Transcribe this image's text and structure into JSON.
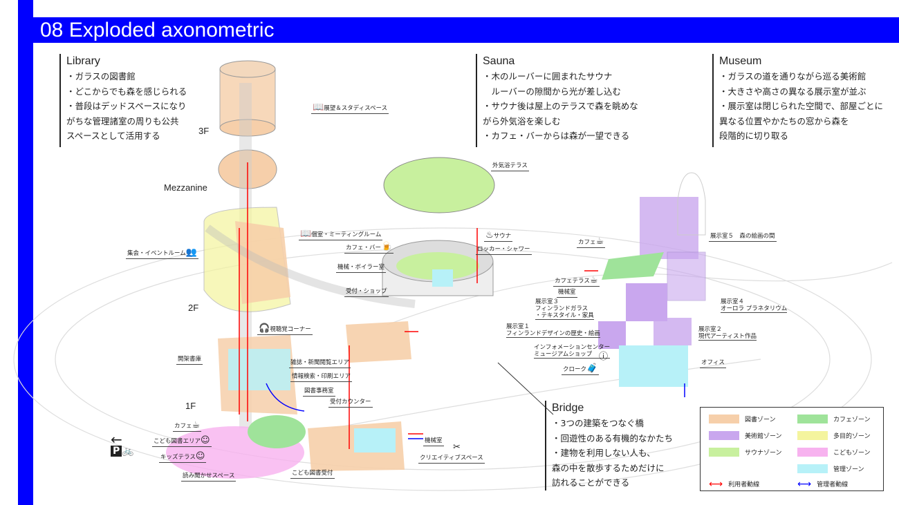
{
  "title": "08 Exploded axonometric",
  "library": {
    "heading": "Library",
    "lines": [
      "・ガラスの図書館",
      "・どこからでも森を感じられる",
      "・普段はデッドスペースになり",
      "がちな管理諸室の周りも公共",
      "スペースとして活用する"
    ]
  },
  "sauna": {
    "heading": "Sauna",
    "lines": [
      "・木のルーバーに囲まれたサウナ",
      "　ルーバーの隙間から光が差し込む",
      "・サウナ後は屋上のテラスで森を眺めな",
      "がら外気浴を楽しむ",
      "・カフェ・バーからは森が一望できる"
    ]
  },
  "museum": {
    "heading": "Museum",
    "lines": [
      "・ガラスの道を通りながら巡る美術館",
      "・大きさや高さの異なる展示室が並ぶ",
      "・展示室は閉じられた空間で、部屋ごとに",
      "異なる位置やかたちの窓から森を",
      "段階的に切り取る"
    ]
  },
  "bridge": {
    "heading": "Bridge",
    "lines": [
      "・3つの建築をつなぐ橋",
      "・回遊性のある有機的なかたち",
      "・建物を利用しない人も、",
      "森の中を散歩するためだけに",
      "訪れることができる"
    ]
  },
  "floors": {
    "f3": "3F",
    "mezz": "Mezzanine",
    "f2": "2F",
    "f1": "1F"
  },
  "labels": {
    "observation": "展望＆スタディスペース",
    "private_room": "個室・ミーティングルーム",
    "event_room": "集会・イベントルーム",
    "av_corner": "視聴覚コーナー",
    "open_stacks": "開架書庫",
    "magazine": "雑誌・新聞閲覧エリア",
    "search_print": "情報検索・印刷エリア",
    "library_office": "図書事務室",
    "reception_counter": "受付カウンター",
    "cafe_1f": "カフェ",
    "kids_area": "こども図書エリア",
    "kids_terrace": "キッズテラス",
    "storytelling": "読み聞かせスペース",
    "kids_reception": "こども図書受付",
    "machine_1f": "機械室",
    "creative": "クリエイティブスペース",
    "outdoor_terrace": "外気浴テラス",
    "sauna": "サウナ",
    "cafe_bar": "カフェ・バー",
    "locker": "ロッカー・シャワー",
    "boiler": "機械・ボイラー室",
    "reception_shop": "受付・ショップ",
    "museum_cafe": "カフェ",
    "cafe_terrace": "カフェテラス",
    "museum_machine": "機械室",
    "exhibit3": "展示室３",
    "exhibit3_sub1": "フィンランドガラス",
    "exhibit3_sub2": "・テキスタイル・家具",
    "exhibit1": "展示室１",
    "exhibit1_sub": "フィンランドデザインの歴史・絵画",
    "info_center": "インフォメーションセンター",
    "museum_shop": "ミュージアムショップ",
    "cloak": "クローク",
    "exhibit5": "展示室５　森の絵画の間",
    "exhibit4": "展示室４",
    "exhibit4_sub": "オーロラ プラネタリウム",
    "exhibit2": "展示室２",
    "exhibit2_sub": "現代アーティスト作品",
    "office": "オフィス"
  },
  "legend": {
    "items": [
      {
        "label": "図書ゾーン",
        "color": "#f6cfaa"
      },
      {
        "label": "カフェゾーン",
        "color": "#9fe39a"
      },
      {
        "label": "美術館ゾーン",
        "color": "#c9a7ee"
      },
      {
        "label": "多目的ゾーン",
        "color": "#f4f49e"
      },
      {
        "label": "サウナゾーン",
        "color": "#c8f09e"
      },
      {
        "label": "こどもゾーン",
        "color": "#f7b2ef"
      },
      {
        "label": "管理ゾーン",
        "color": "#b7f1f8"
      }
    ],
    "user_flow": "利用者動線",
    "staff_flow": "管理者動線",
    "user_color": "#ff0000",
    "staff_color": "#0000ff"
  },
  "accent": "#0000ff"
}
